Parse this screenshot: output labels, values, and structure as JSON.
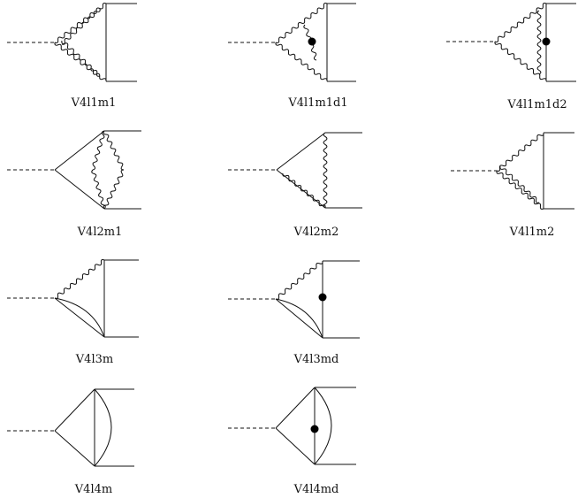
{
  "diagrams": [
    {
      "label": "V4l1m1",
      "dot": false
    },
    {
      "label": "V4l1m1d1",
      "dot": true
    },
    {
      "label": "V4l1m1d2",
      "dot": true
    },
    {
      "label": "V4l2m1",
      "dot": false
    },
    {
      "label": "V4l2m2",
      "dot": false
    },
    {
      "label": "V4l1m2",
      "dot": false
    },
    {
      "label": "V4l3m",
      "dot": false
    },
    {
      "label": "V4l3md",
      "dot": true
    },
    {
      "label": "V4l4m",
      "dot": false
    },
    {
      "label": "V4l4md",
      "dot": true
    }
  ]
}
